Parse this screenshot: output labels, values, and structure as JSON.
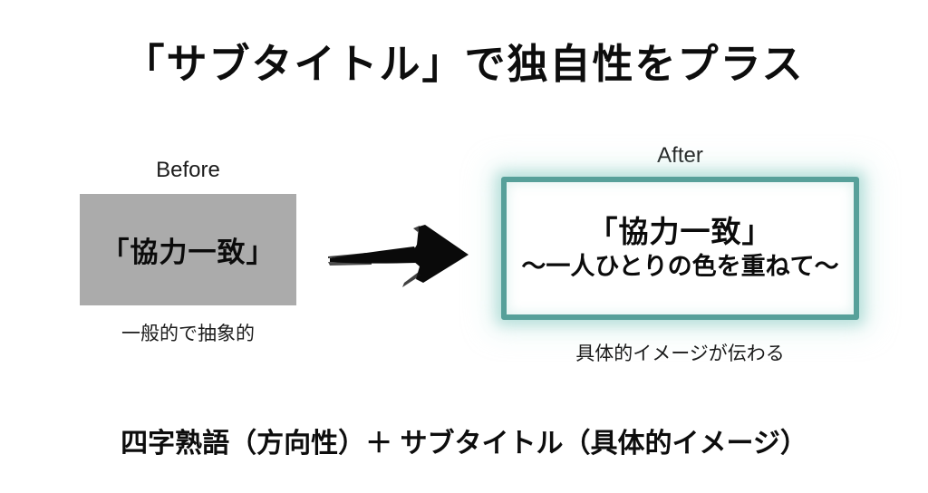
{
  "slide": {
    "title": "「サブタイトル」で独自性をプラス",
    "before": {
      "label": "Before",
      "box_text": "「協力一致」",
      "caption": "一般的で抽象的",
      "box_color": "#ababab"
    },
    "after": {
      "label": "After",
      "box_line1": "「協力一致」",
      "box_line2": "～一人ひとりの色を重ねて～",
      "caption": "具体的イメージが伝わる",
      "border_color": "#57a09a",
      "glow_color": "#bfe3df"
    },
    "arrow_icon": "brush-arrow-right",
    "formula": "四字熟語（方向性）＋ サブタイトル（具体的イメージ）"
  }
}
